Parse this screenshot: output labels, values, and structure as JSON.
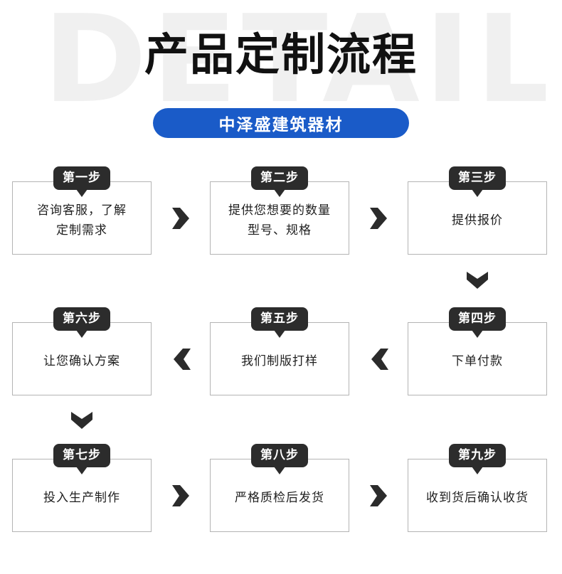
{
  "header": {
    "watermark": "DETAIL",
    "title": "产品定制流程",
    "brand_label": "中泽盛建筑器材",
    "brand_color": "#1a5bc8",
    "watermark_color": "#f0f0f0",
    "title_color": "#111111"
  },
  "flow": {
    "badge_color": "#2c2c2c",
    "badge_text_color": "#ffffff",
    "box_border_color": "#b4b4b4",
    "arrow_color": "#2b2b2b",
    "steps": [
      {
        "badge": "第一步",
        "text": "咨询客服，了解\n定制需求"
      },
      {
        "badge": "第二步",
        "text": "提供您想要的数量\n型号、规格"
      },
      {
        "badge": "第三步",
        "text": "提供报价"
      },
      {
        "badge": "第四步",
        "text": "下单付款"
      },
      {
        "badge": "第五步",
        "text": "我们制版打样"
      },
      {
        "badge": "第六步",
        "text": "让您确认方案"
      },
      {
        "badge": "第七步",
        "text": "投入生产制作"
      },
      {
        "badge": "第八步",
        "text": "严格质检后发货"
      },
      {
        "badge": "第九步",
        "text": "收到货后确认收货"
      }
    ],
    "arrows": [
      {
        "name": "arrow-step1-to-step2",
        "direction": "right"
      },
      {
        "name": "arrow-step2-to-step3",
        "direction": "right"
      },
      {
        "name": "arrow-step3-to-step4",
        "direction": "down"
      },
      {
        "name": "arrow-step4-to-step5",
        "direction": "left"
      },
      {
        "name": "arrow-step5-to-step6",
        "direction": "left"
      },
      {
        "name": "arrow-step6-to-step7",
        "direction": "down"
      },
      {
        "name": "arrow-step7-to-step8",
        "direction": "right"
      },
      {
        "name": "arrow-step8-to-step9",
        "direction": "right"
      }
    ]
  }
}
